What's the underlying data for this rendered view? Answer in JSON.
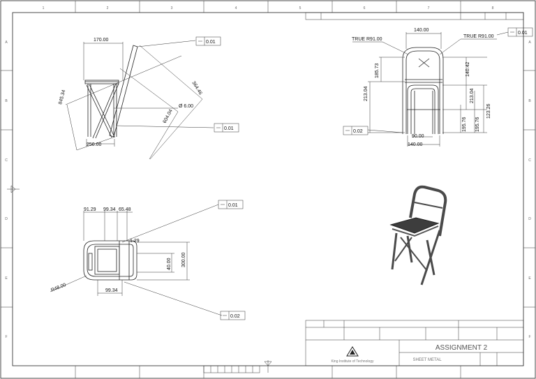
{
  "sheet": {
    "col_labels": [
      "1",
      "2",
      "3",
      "4",
      "5",
      "6",
      "7",
      "8"
    ],
    "row_labels": [
      "A",
      "B",
      "C",
      "D",
      "E",
      "F"
    ]
  },
  "front_view": {
    "dims": {
      "w170": "170.00",
      "w250": "250.00",
      "d845": "845.34",
      "d364": "364.46",
      "d604": "604.04",
      "phi": "Ø 6.00"
    },
    "tol_top": "0.01",
    "tol_mid": "0.01"
  },
  "side_view": {
    "dims": {
      "r_left": "TRUE R91.00",
      "r_right": "TRUE R91.00",
      "w140_top": "140.00",
      "h185": "185.73",
      "h213": "213.04",
      "h140": "140.42",
      "h213b": "213.04",
      "h195": "195.76",
      "h195b": "195.76",
      "h123": "123.26",
      "w90": "90.00",
      "w140_bot": "140.00"
    },
    "tol_right": "0.01",
    "tol_left": "0.02"
  },
  "top_view": {
    "dims": {
      "w91": "91.29",
      "w99": "99.34",
      "w65": "65.48",
      "r29": "1.29",
      "h40": "40.00",
      "h300": "300.00",
      "r48": "R48.00",
      "w99b": "99.34"
    },
    "tol_top": "0.01",
    "tol_bot": "0.02"
  },
  "title_block": {
    "title": "ASSIGNMENT 2",
    "material": "SHEET METAL",
    "school": "King Institute of Technology"
  },
  "colors": {
    "line": "#222222",
    "chair": "#4a4a4a"
  }
}
